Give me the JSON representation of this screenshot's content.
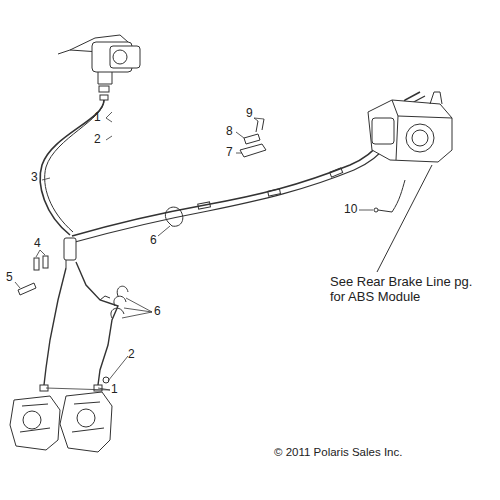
{
  "diagram": {
    "labels": [
      "1",
      "2",
      "3",
      "9",
      "8",
      "7",
      "6",
      "10",
      "4",
      "5",
      "6",
      "2",
      "1",
      "See Rear Brake Line pg. for ABS Module",
      "© 2011 Polaris Sales Inc."
    ]
  }
}
